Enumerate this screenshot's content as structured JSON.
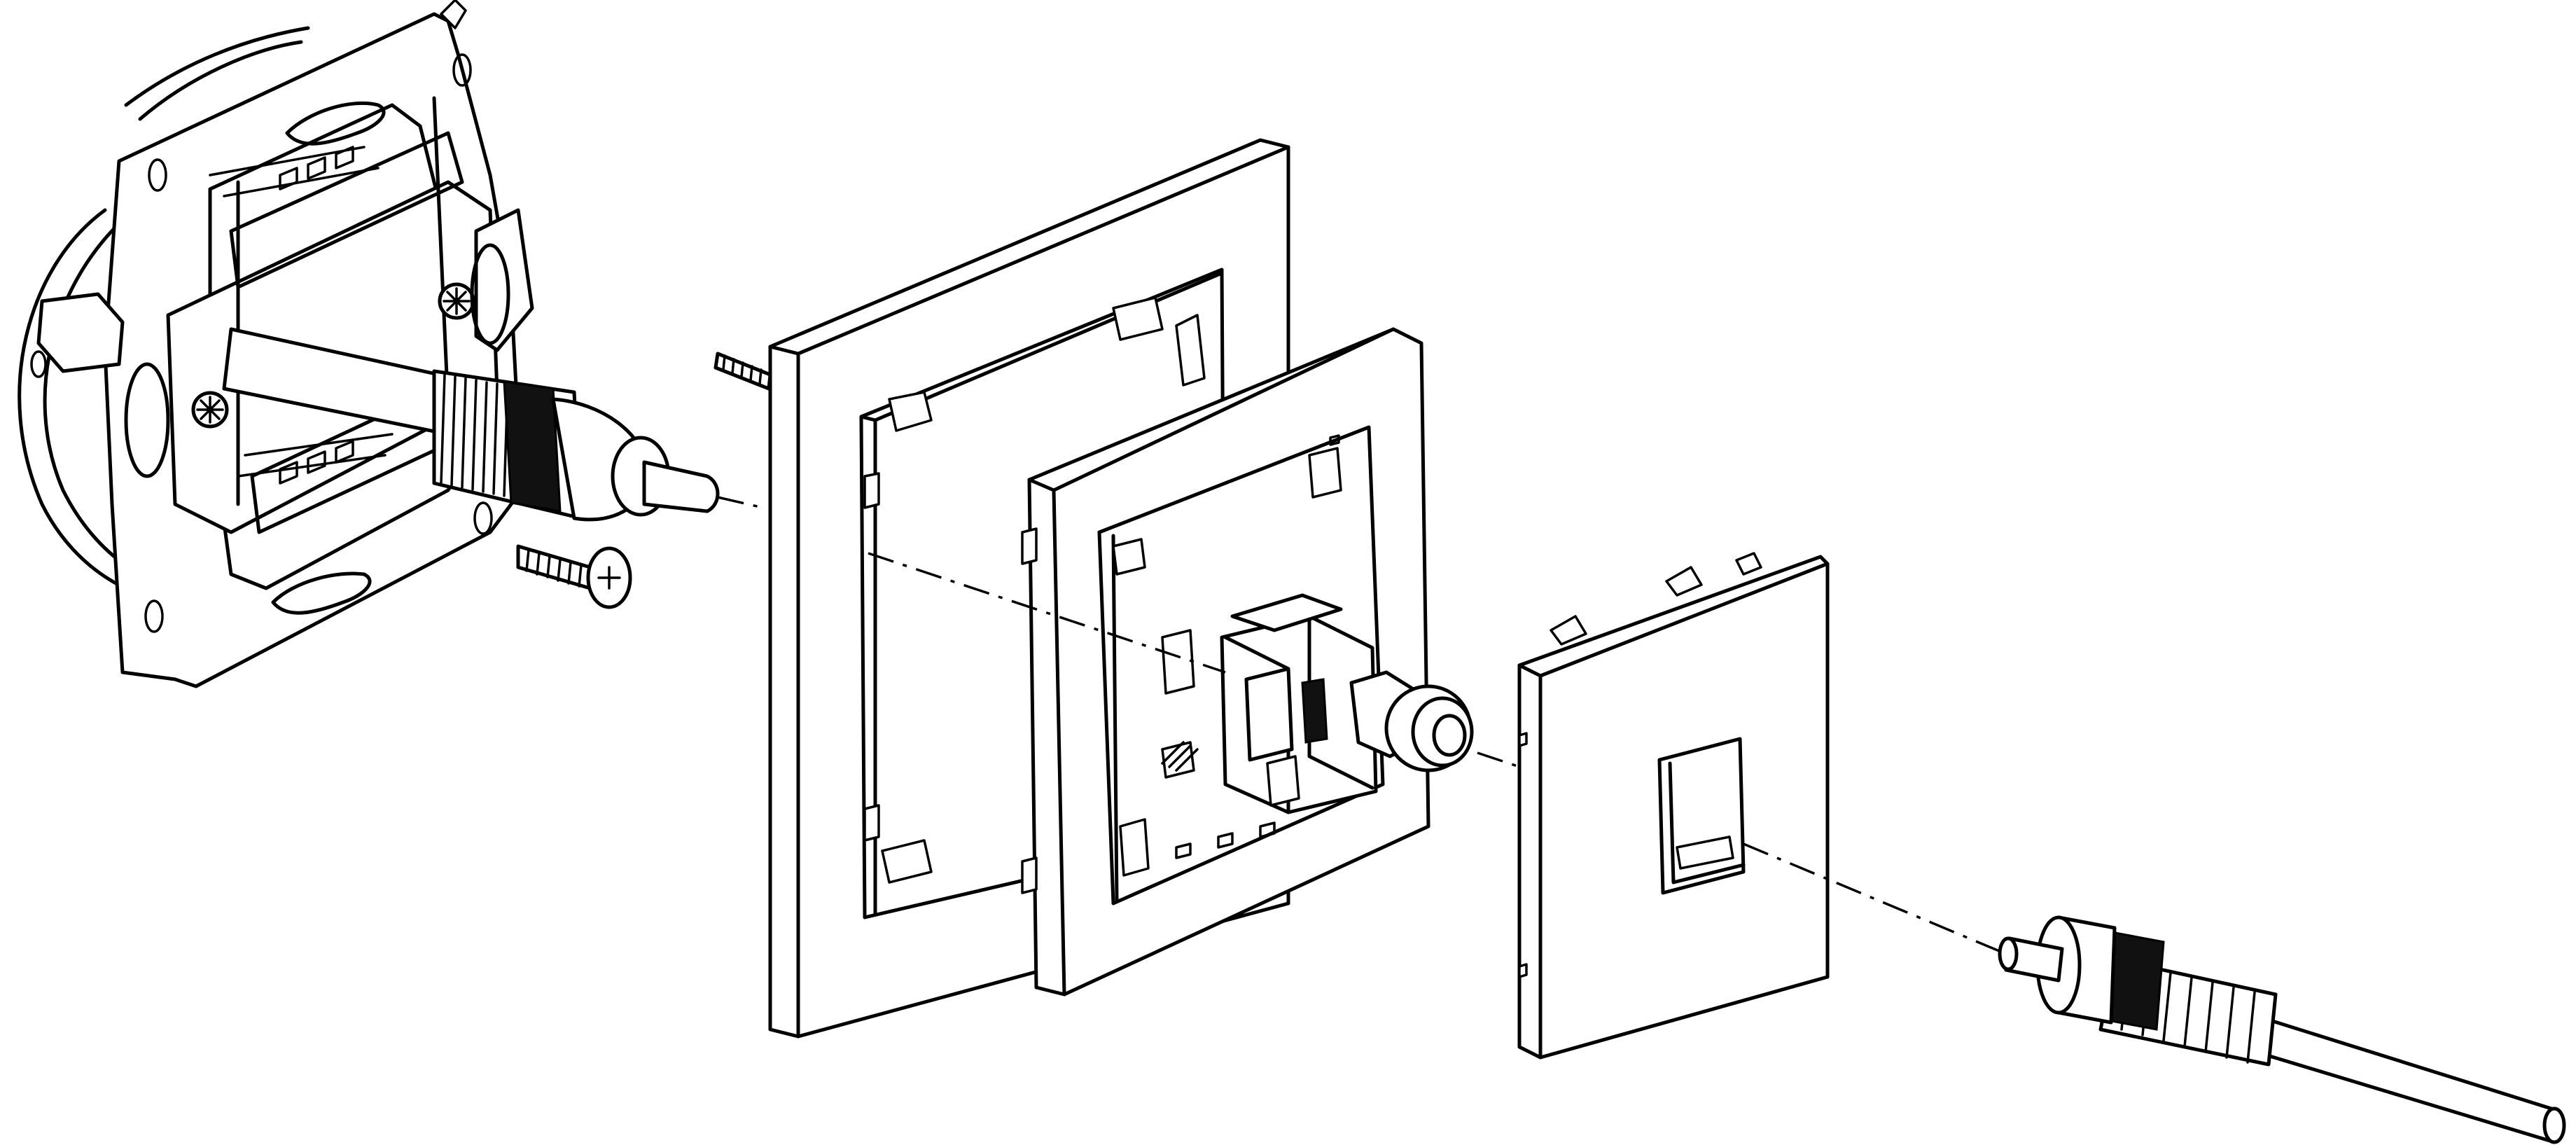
{
  "figure": {
    "kind": "exploded-assembly-drawing",
    "line_color": "#000000",
    "background_color": "#ffffff",
    "components": [
      {
        "name": "mounting-mechanism",
        "icon": "socket-mechanism-icon"
      },
      {
        "name": "fixing-screw",
        "icon": "screw-icon"
      },
      {
        "name": "outer-frame",
        "icon": "frame-icon"
      },
      {
        "name": "inner-frame-with-rca-module",
        "icon": "rca-module-icon"
      },
      {
        "name": "cover-plate",
        "icon": "cover-plate-icon"
      },
      {
        "name": "rca-plug-cable",
        "icon": "rca-plug-icon"
      }
    ]
  }
}
